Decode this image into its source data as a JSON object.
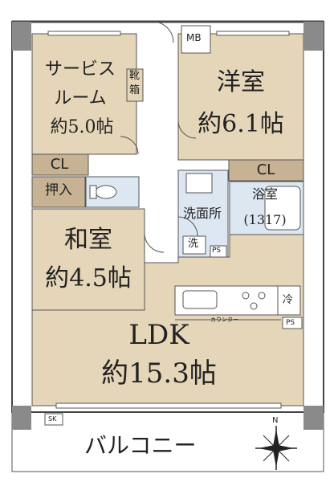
{
  "colors": {
    "room_fill": "#e5d6b9",
    "wet_fill": "#dce7f2",
    "closet_fill": "#c7b293",
    "hall_fill": "#ffffff",
    "wall": "#444444",
    "pillar": "#8a8a8a"
  },
  "rooms": {
    "service": {
      "line1": "サービス",
      "line2": "ルーム",
      "size": "約5.0帖"
    },
    "western": {
      "name": "洋室",
      "size": "約6.1帖"
    },
    "japanese": {
      "name": "和室",
      "size": "約4.5帖"
    },
    "ldk": {
      "name": "LDK",
      "size": "約15.3帖"
    },
    "bath": {
      "name": "浴室",
      "size": "(1317)"
    },
    "washroom": {
      "name": "洗面所"
    }
  },
  "labels": {
    "mb": "MB",
    "shoe_box_top": "靴",
    "shoe_box_bottom": "箱",
    "cl_service": "CL",
    "cl_western": "CL",
    "oshiire": "押入",
    "washer": "洗",
    "ps_wash": "PS",
    "ps_kitchen": "PS",
    "fridge": "冷",
    "counter": "カウンター",
    "sk": "SK",
    "balcony": "バルコニー",
    "north": "N"
  }
}
